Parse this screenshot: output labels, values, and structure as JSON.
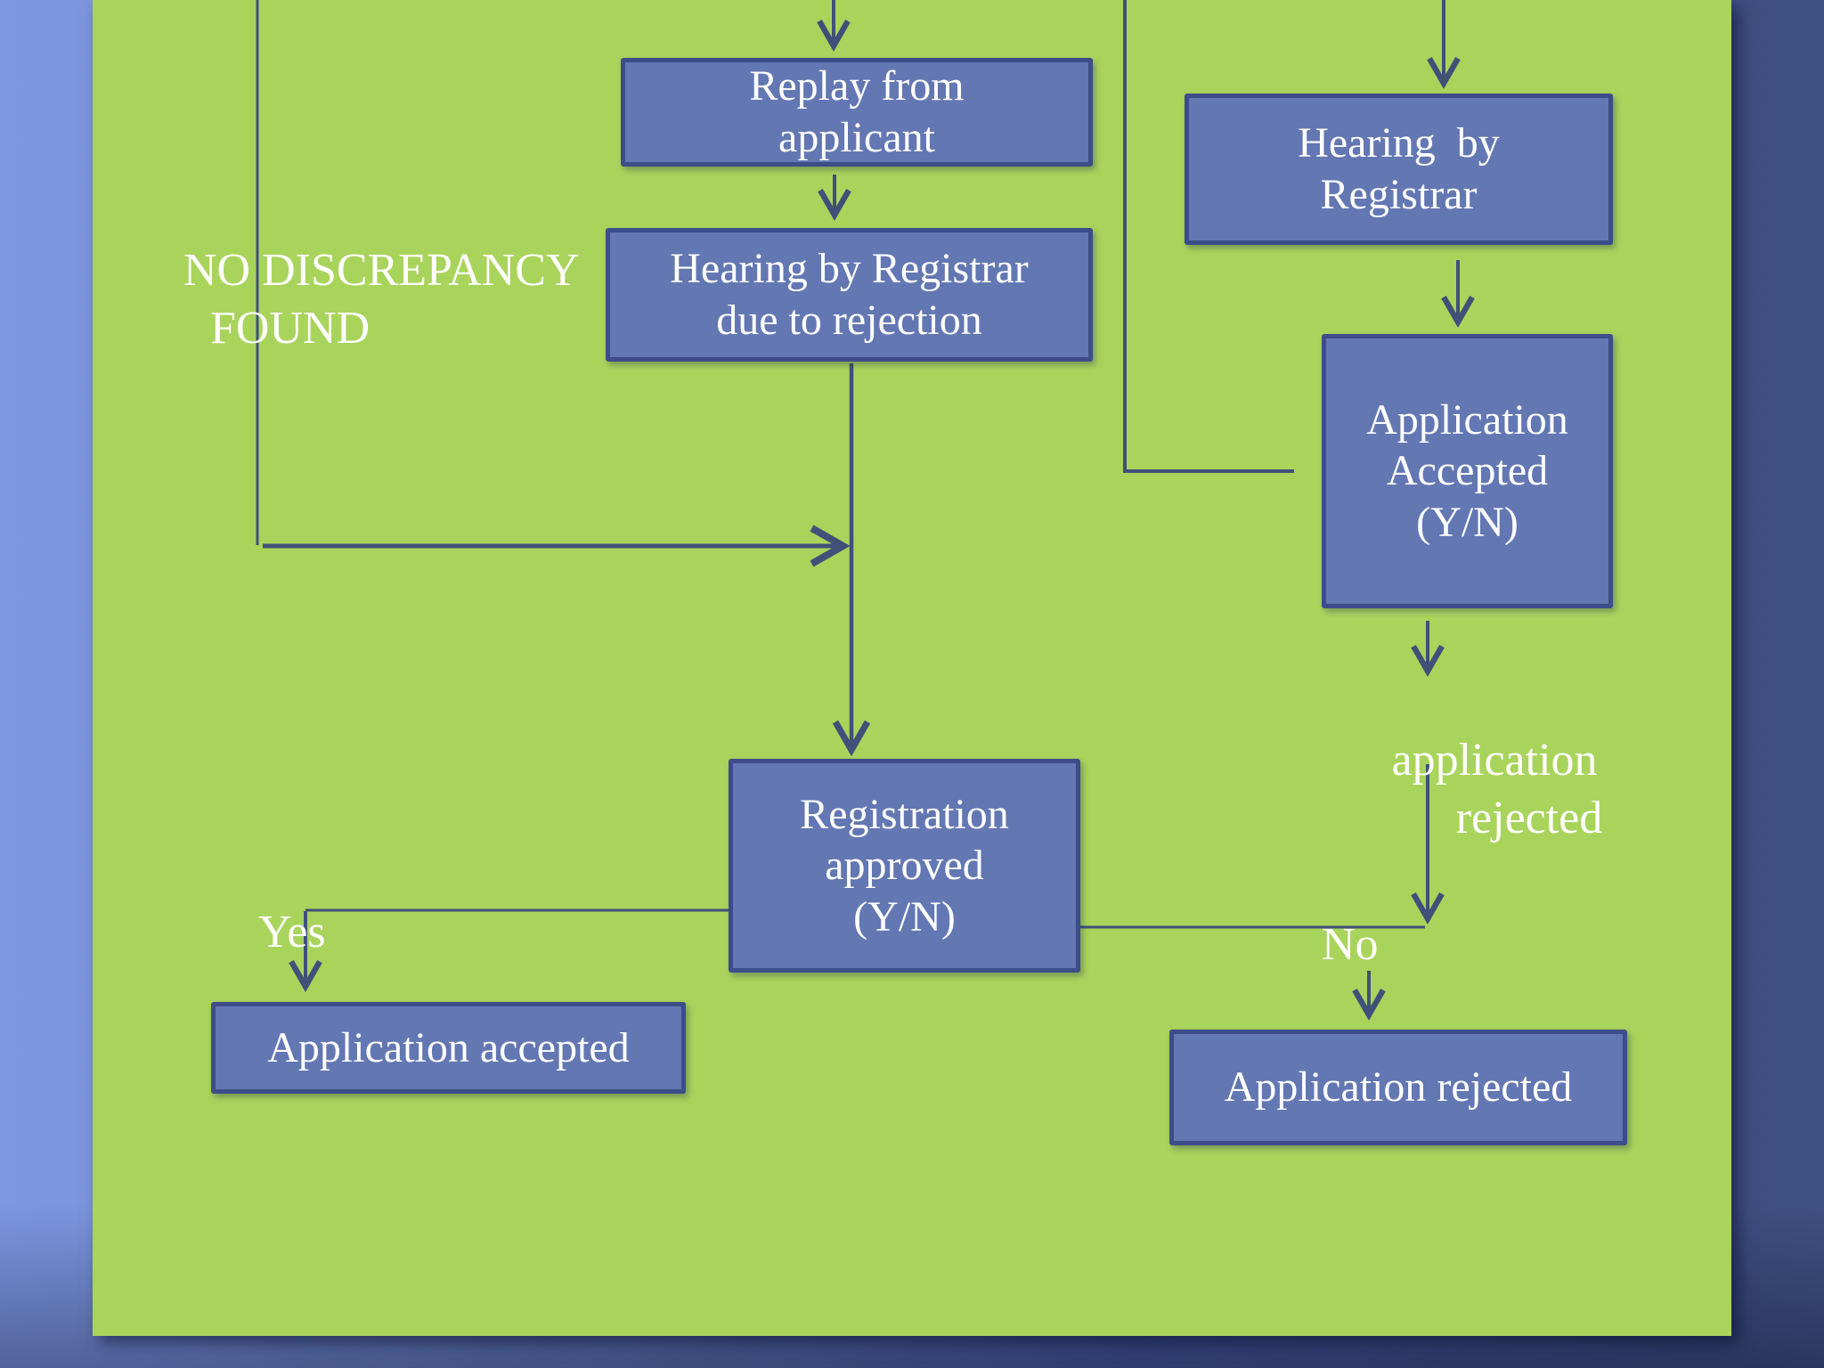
{
  "slide": {
    "type": "presentation-slide-flowchart",
    "background_color": "#a9d45c",
    "outer_left_color": "#7d97e2",
    "outer_right_color": "#3d4d80",
    "bottom_band_color": "#42538f"
  },
  "style": {
    "node_fill": "#6377b3",
    "node_border": "#3c4d89",
    "connector_color": "#3e5179",
    "text_color": "#ffffff"
  },
  "nodes": {
    "replay": {
      "lines": [
        "Replay from",
        "applicant"
      ]
    },
    "hearing_registrar": {
      "lines": [
        "Hearing  by",
        "Registrar"
      ]
    },
    "hearing_rejection": {
      "lines": [
        "Hearing by Registrar",
        "due to rejection"
      ]
    },
    "application_accepted_yn": {
      "lines": [
        "Application",
        "Accepted",
        "(Y/N)"
      ]
    },
    "registration_approved": {
      "lines": [
        "Registration",
        "approved",
        "(Y/N)"
      ]
    },
    "application_accepted": {
      "lines": [
        "Application accepted"
      ]
    },
    "application_rejected": {
      "lines": [
        "Application rejected"
      ]
    }
  },
  "annotations": {
    "no_discrepancy": {
      "line1": "NO DISCREPANCY",
      "line2": "FOUND"
    },
    "yes": "Yes",
    "no": "No",
    "application_rejected_note": {
      "line1": "application",
      "line2": "rejected"
    }
  },
  "edges": [
    {
      "from": "top",
      "to": "replay"
    },
    {
      "from": "replay",
      "to": "hearing_rejection"
    },
    {
      "from": "hearing_rejection",
      "to": "registration_approved"
    },
    {
      "from": "no_discrepancy_path",
      "to": "registration_approved"
    },
    {
      "from": "top",
      "to": "hearing_registrar"
    },
    {
      "from": "hearing_registrar",
      "to": "application_accepted_yn"
    },
    {
      "from": "top_elbow",
      "to": "application_accepted_yn"
    },
    {
      "from": "application_accepted_yn",
      "to": "application_rejected_note"
    },
    {
      "from": "application_rejected_note",
      "to": "no_junction"
    },
    {
      "from": "registration_approved",
      "label": "Yes",
      "to": "application_accepted"
    },
    {
      "from": "registration_approved",
      "label": "No",
      "to": "application_rejected"
    }
  ]
}
